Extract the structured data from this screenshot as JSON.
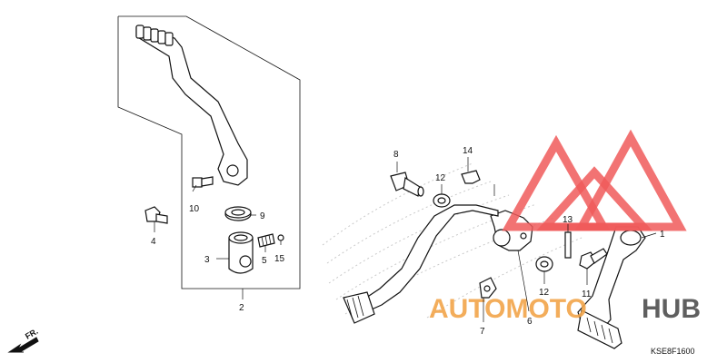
{
  "callouts": [
    {
      "id": "c1",
      "text": "1"
    },
    {
      "id": "c2",
      "text": "2"
    },
    {
      "id": "c3",
      "text": "3"
    },
    {
      "id": "c4",
      "text": "4"
    },
    {
      "id": "c5",
      "text": "5"
    },
    {
      "id": "c6",
      "text": "6"
    },
    {
      "id": "c7",
      "text": "7"
    },
    {
      "id": "c8",
      "text": "8"
    },
    {
      "id": "c9",
      "text": "9"
    },
    {
      "id": "c10",
      "text": "10"
    },
    {
      "id": "c11",
      "text": "11"
    },
    {
      "id": "c12a",
      "text": "12"
    },
    {
      "id": "c12b",
      "text": "12"
    },
    {
      "id": "c13",
      "text": "13"
    },
    {
      "id": "c14",
      "text": "14"
    },
    {
      "id": "c15",
      "text": "15"
    }
  ],
  "direction_label": "FR.",
  "diagram_code": "KSE8F1600",
  "watermark": {
    "part1": "AUTOMOTO",
    "part2": "HUB",
    "color_triangles": "#f05a5a",
    "color_text1": "#f2a54a",
    "color_text2": "#444444"
  }
}
